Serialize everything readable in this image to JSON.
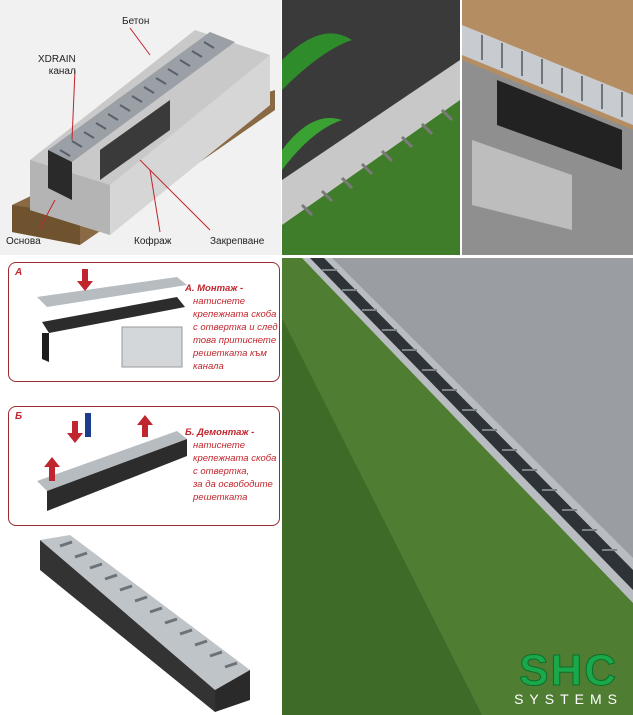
{
  "diagram": {
    "label_concrete": "Бетон",
    "label_channel": "XDRAIN\nканал",
    "label_base": "Основа",
    "label_formwork": "Кофраж",
    "label_fixing": "Закрепване"
  },
  "step_a": {
    "tag": "А",
    "title": "А. Монтаж -",
    "text": "натиснете\nкрепежната скоба\nс отвертка и след\nтова притиснете\nрешетката към\nканала"
  },
  "step_b": {
    "tag": "Б",
    "title": "Б. Демонтаж -",
    "text": "натиснете\nкрепежната скоба\nс отвертка,\nза да освободите\nрешетката"
  },
  "logo": {
    "brand": "SHC",
    "sub": "SYSTEMS"
  },
  "colors": {
    "accent_red": "#c0262d",
    "logo_green": "#1aa84a"
  }
}
